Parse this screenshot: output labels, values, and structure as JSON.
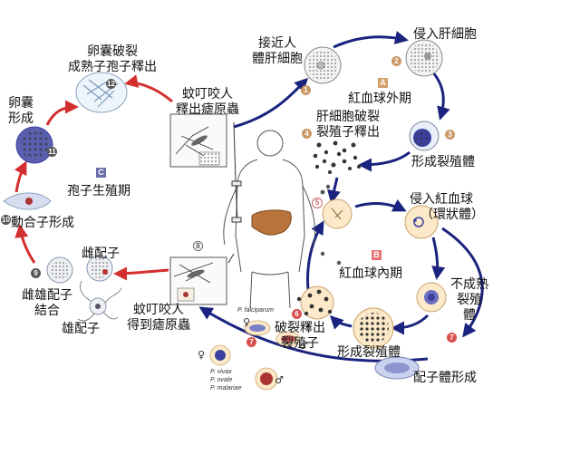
{
  "labels": {
    "approach_liver": [
      "接近人",
      "體肝細胞"
    ],
    "invade_liver": "侵入肝細胞",
    "exo_stage": "紅血球外期",
    "liver_rupture": [
      "肝細胞破裂",
      "裂殖子釋出"
    ],
    "form_schizont_top": "形成裂殖體",
    "mosquito_bite_release": [
      "蚊叮咬人",
      "釋出瘧原蟲"
    ],
    "oocyst_rupture": [
      "卵囊破裂",
      "成熟子孢子釋出"
    ],
    "oocyst_form": [
      "卵囊",
      "形成"
    ],
    "sporogonic": "孢子生殖期",
    "ookinete": "動合子形成",
    "female_gam": "雌配子",
    "fuse": [
      "雌雄配子",
      "結合"
    ],
    "male_gam": "雄配子",
    "mosquito_bite_get": [
      "蚊叮咬人",
      "得到瘧原蟲"
    ],
    "invade_rbc": [
      "侵入紅血球",
      "（環狀體）"
    ],
    "erythro_stage": "紅血球內期",
    "immature": [
      "不成熟",
      "裂殖",
      "體"
    ],
    "rupture_release": [
      "破裂釋出",
      "裂殖子"
    ],
    "form_schizont_bottom": "形成裂殖體",
    "gametocyte": "配子體形成",
    "species_top": "P. falciparum",
    "species_bottom": [
      "P. vivax",
      "P. ovale",
      "P. malariae"
    ]
  },
  "badges": {
    "n1": "1",
    "n2": "2",
    "n3": "3",
    "n4": "4",
    "n5": "5",
    "n6": "6",
    "n7a": "7",
    "n7b": "7",
    "n8": "8",
    "n9": "9",
    "n10": "10",
    "n11": "11",
    "n12": "12"
  },
  "stage_letters": {
    "A": "A",
    "B": "B",
    "C": "C"
  },
  "symbols": {
    "female": "♀",
    "male": "♂"
  },
  "colors": {
    "arrow_blue": "#1a237e",
    "arrow_red": "#d32f2f",
    "liver": "#b8743a",
    "nucleus_purple": "#3b3f9e"
  }
}
